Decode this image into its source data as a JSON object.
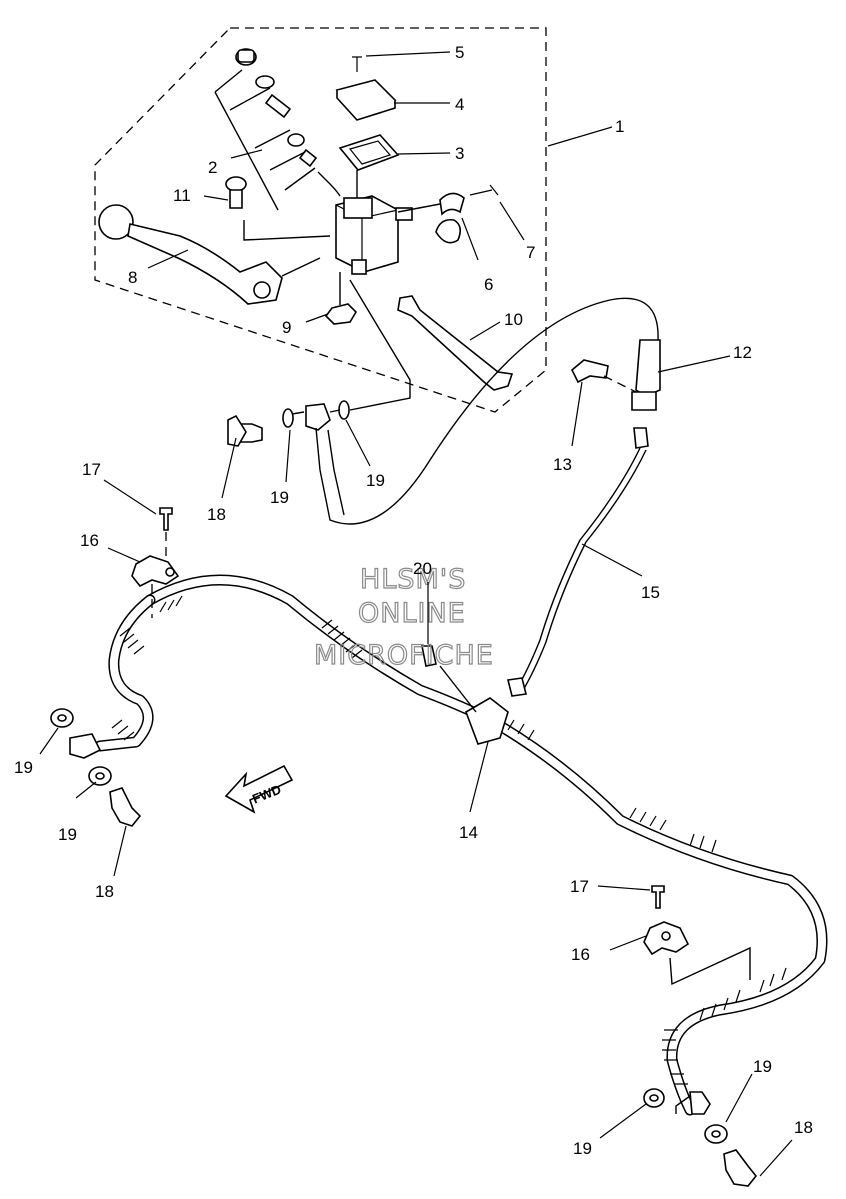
{
  "watermark": [
    "HLSM'S",
    "ONLINE",
    "MICROFICHE"
  ],
  "fwd_label": "FWD",
  "callouts": [
    {
      "id": "c1",
      "text": "1"
    },
    {
      "id": "c2",
      "text": "2"
    },
    {
      "id": "c3",
      "text": "3"
    },
    {
      "id": "c4",
      "text": "4"
    },
    {
      "id": "c5",
      "text": "5"
    },
    {
      "id": "c6",
      "text": "6"
    },
    {
      "id": "c7",
      "text": "7"
    },
    {
      "id": "c8",
      "text": "8"
    },
    {
      "id": "c9",
      "text": "9"
    },
    {
      "id": "c10",
      "text": "10"
    },
    {
      "id": "c11",
      "text": "11"
    },
    {
      "id": "c12",
      "text": "12"
    },
    {
      "id": "c13",
      "text": "13"
    },
    {
      "id": "c14",
      "text": "14"
    },
    {
      "id": "c15",
      "text": "15"
    },
    {
      "id": "c16a",
      "text": "16"
    },
    {
      "id": "c16b",
      "text": "16"
    },
    {
      "id": "c17a",
      "text": "17"
    },
    {
      "id": "c17b",
      "text": "17"
    },
    {
      "id": "c18a",
      "text": "18"
    },
    {
      "id": "c18b",
      "text": "18"
    },
    {
      "id": "c18c",
      "text": "18"
    },
    {
      "id": "c19a",
      "text": "19"
    },
    {
      "id": "c19b",
      "text": "19"
    },
    {
      "id": "c19c",
      "text": "19"
    },
    {
      "id": "c19d",
      "text": "19"
    },
    {
      "id": "c19e",
      "text": "19"
    },
    {
      "id": "c19f",
      "text": "19"
    },
    {
      "id": "c20",
      "text": "20"
    }
  ]
}
